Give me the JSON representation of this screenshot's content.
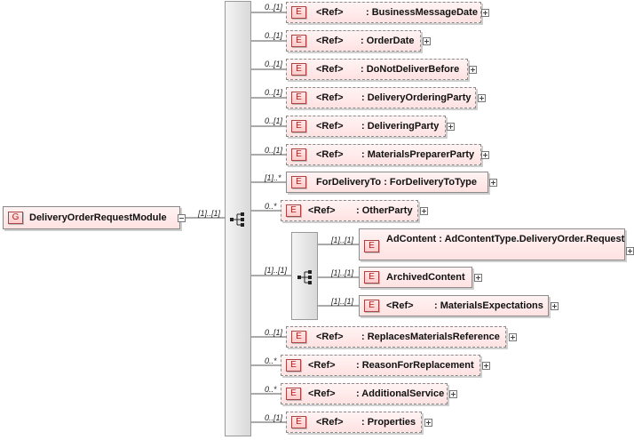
{
  "root": {
    "badge": "G",
    "name": "DeliveryOrderRequestModule",
    "cardinality": "[1]..[1]"
  },
  "children": [
    {
      "badge": "E",
      "ref": "<Ref>",
      "name": ": BusinessMessageDate",
      "cardinality": "0..[1]"
    },
    {
      "badge": "E",
      "ref": "<Ref>",
      "name": ": OrderDate",
      "cardinality": "0..[1]"
    },
    {
      "badge": "E",
      "ref": "<Ref>",
      "name": ": DoNotDeliverBefore",
      "cardinality": "0..[1]"
    },
    {
      "badge": "E",
      "ref": "<Ref>",
      "name": ": DeliveryOrderingParty",
      "cardinality": "0..[1]"
    },
    {
      "badge": "E",
      "ref": "<Ref>",
      "name": ": DeliveringParty",
      "cardinality": "0..[1]"
    },
    {
      "badge": "E",
      "ref": "<Ref>",
      "name": ": MaterialsPreparerParty",
      "cardinality": "0..[1]"
    },
    {
      "badge": "E",
      "ref": "",
      "name": "ForDeliveryTo : ForDeliveryToType",
      "cardinality": "[1]..*"
    },
    {
      "badge": "E",
      "ref": "<Ref>",
      "name": ": OtherParty",
      "cardinality": "0..*"
    }
  ],
  "group": {
    "cardinality": "[1]..[1]",
    "items": [
      {
        "badge": "E",
        "ref": "",
        "name": "AdContent : AdContentType.DeliveryOrder.Request",
        "cardinality": "[1]..[1]"
      },
      {
        "badge": "E",
        "ref": "",
        "name": "ArchivedContent",
        "cardinality": "[1]..[1]"
      },
      {
        "badge": "E",
        "ref": "<Ref>",
        "name": ": MaterialsExpectations",
        "cardinality": "[1]..[1]"
      }
    ]
  },
  "after": [
    {
      "badge": "E",
      "ref": "<Ref>",
      "name": ": ReplacesMaterialsReference",
      "cardinality": "0..[1]"
    },
    {
      "badge": "E",
      "ref": "<Ref>",
      "name": ": ReasonForReplacement",
      "cardinality": "0..*"
    },
    {
      "badge": "E",
      "ref": "<Ref>",
      "name": ": AdditionalService",
      "cardinality": "0..*"
    },
    {
      "badge": "E",
      "ref": "<Ref>",
      "name": ": Properties",
      "cardinality": "0..[1]"
    }
  ]
}
